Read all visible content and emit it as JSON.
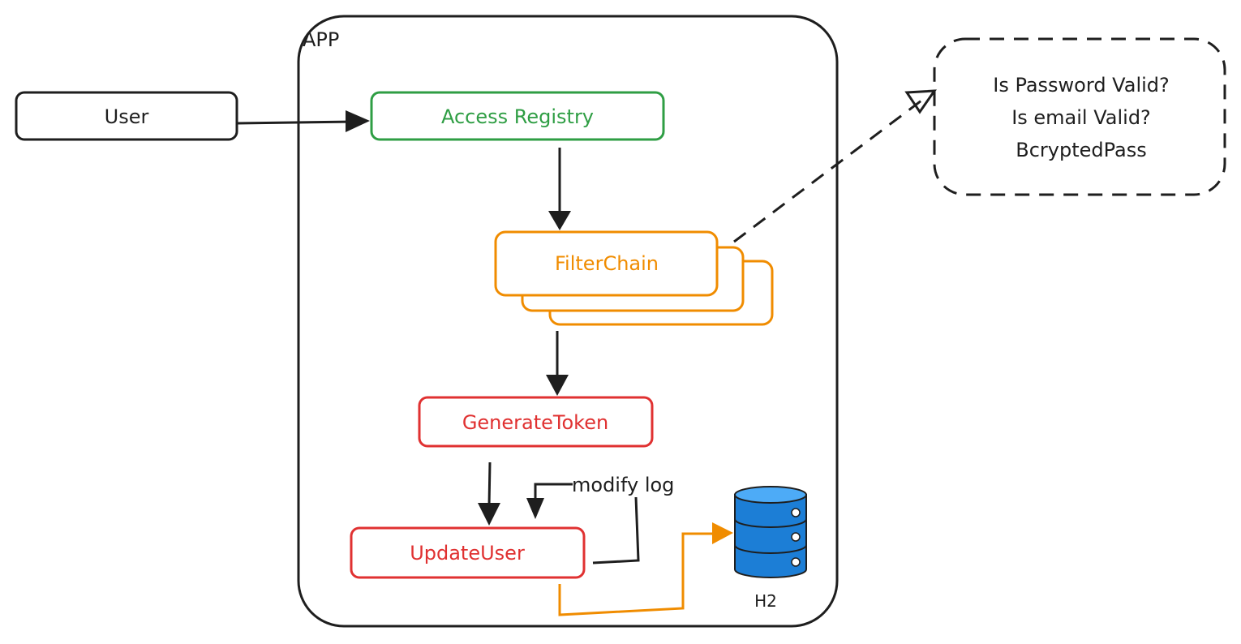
{
  "colors": {
    "stroke": "#1e1e1e",
    "green": "#2f9e44",
    "orange": "#f08c00",
    "red": "#e03131",
    "db_blue": "#1c7ed6",
    "db_light": "#4dabf7"
  },
  "app": {
    "label": "APP"
  },
  "nodes": {
    "user": "User",
    "access_registry": "Access Registry",
    "filter_chain": "FilterChain",
    "generate_token": "GenerateToken",
    "update_user": "UpdateUser",
    "database": "H2"
  },
  "note": {
    "lines": [
      "Is Password Valid?",
      "Is email Valid?",
      "BcryptedPass"
    ]
  },
  "edges": {
    "modify_log": "modify log"
  },
  "icons": {
    "database": "database-icon"
  }
}
